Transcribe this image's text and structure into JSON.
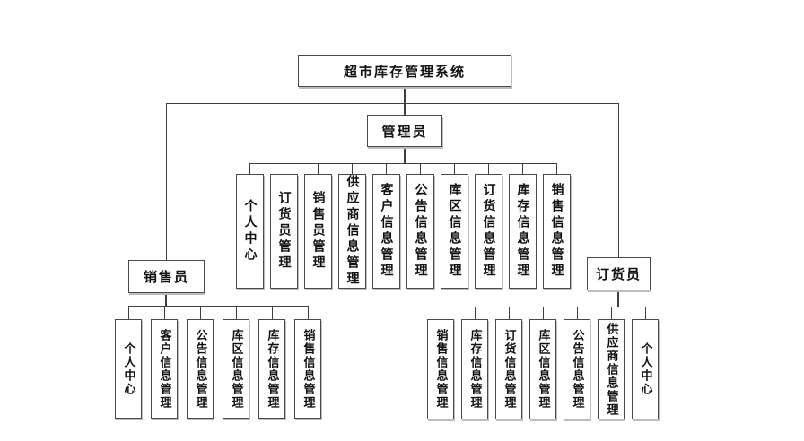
{
  "nodes": {
    "root": "超市库存管理系统",
    "admin": "管理员",
    "sales": "销售员",
    "order": "订货员"
  },
  "admin_children": [
    "个人中心",
    "订货员管理",
    "销售员管理",
    "供应商信息管理",
    "客户信息管理",
    "公告信息管理",
    "库区信息管理",
    "订货信息管理",
    "库存信息管理",
    "销售信息管理"
  ],
  "sales_children": [
    "个人中心",
    "客户信息管理",
    "公告信息管理",
    "库区信息管理",
    "库存信息管理",
    "销售信息管理"
  ],
  "order_children": [
    "销售信息管理",
    "库存信息管理",
    "订货信息管理",
    "库区信息管理",
    "公告信息管理",
    "供应商信息管理",
    "个人中心"
  ],
  "colors": {
    "line": "#3f3f3f",
    "box_border": "#4a4a4a",
    "box_fill": "#ffffff",
    "shadow": "#bdbdbd",
    "background": "#ffffff"
  }
}
